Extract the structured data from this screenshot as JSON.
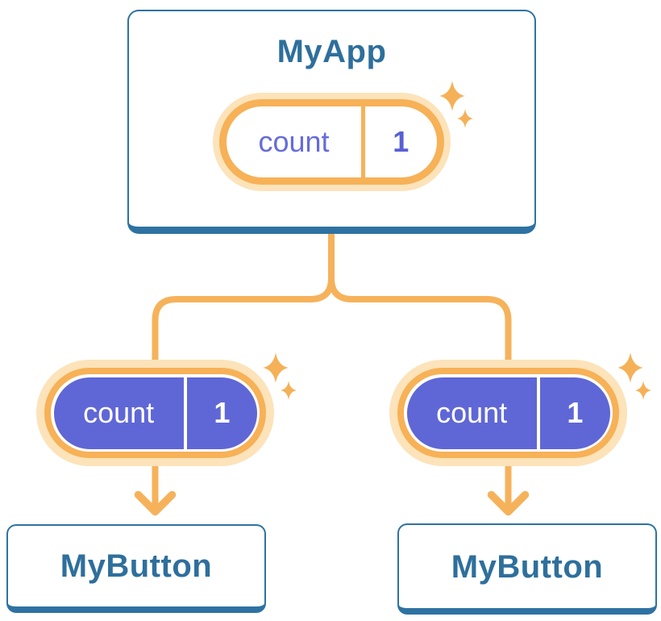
{
  "tree": {
    "root": {
      "label": "MyApp",
      "state": {
        "name": "count",
        "value": "1"
      }
    },
    "children": [
      {
        "label": "MyButton",
        "state": {
          "name": "count",
          "value": "1"
        }
      },
      {
        "label": "MyButton",
        "state": {
          "name": "count",
          "value": "1"
        }
      }
    ]
  },
  "icons": {
    "sparkle": "sparkle-icon",
    "arrowhead": "arrowhead-down-icon"
  },
  "colors": {
    "background": "#ffffff",
    "node_border_blue": "#2e72a2",
    "node_text_blue": "#2e6f9c",
    "wire_orange": "#f6b25b",
    "ring_gold": "#f7b157",
    "ring_pale": "#fce3ba",
    "pill_purple": "#5f67d6",
    "pill_name_indigo": "#666cd8",
    "pill_value_indigo": "#595fd4",
    "pill_text_on_purple": "#ffffff",
    "sparkle_orange": "#f5b158"
  }
}
